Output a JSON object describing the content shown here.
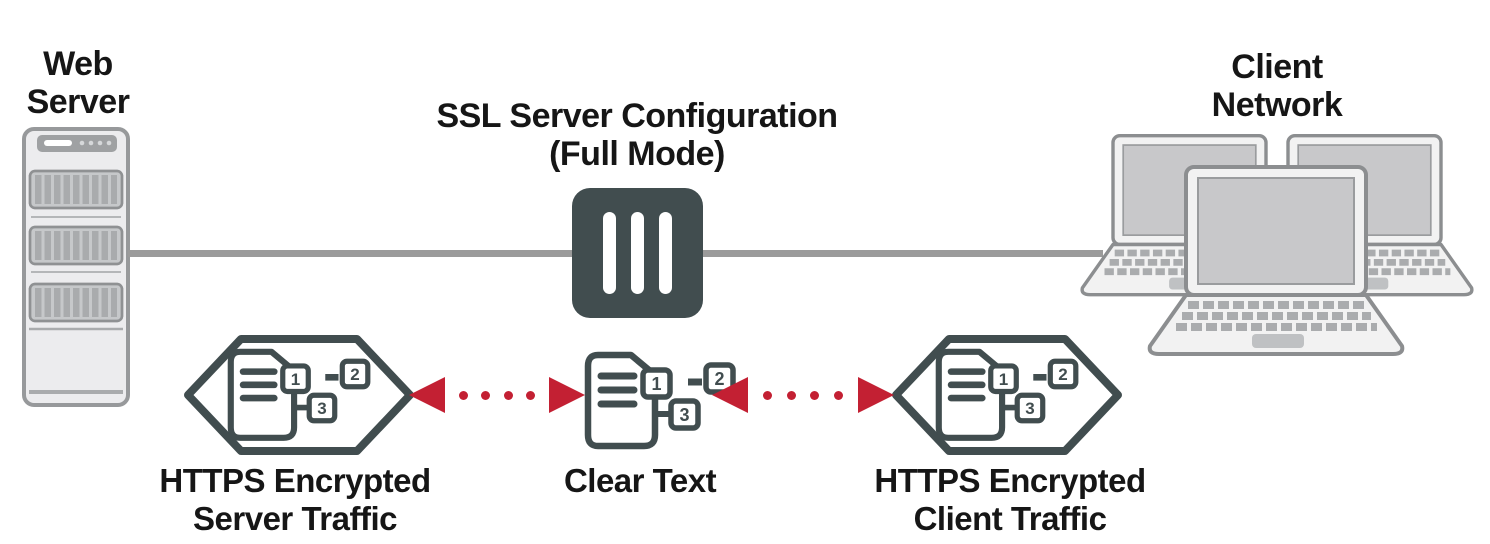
{
  "colors": {
    "slate": "#414d4f",
    "red": "#c32033",
    "line": "#9b9b9b",
    "text": "#161616"
  },
  "nodes": {
    "web_server_label": "Web\nServer",
    "ssl_title": "SSL Server Configuration\n(Full Mode)",
    "client_network_label": "Client\nNetwork"
  },
  "flows": {
    "server_traffic_label": "HTTPS Encrypted\nServer Traffic",
    "clear_text_label": "Clear Text",
    "client_traffic_label": "HTTPS Encrypted\nClient Traffic"
  },
  "doc_badges": {
    "one": "1",
    "two": "2",
    "three": "3"
  }
}
